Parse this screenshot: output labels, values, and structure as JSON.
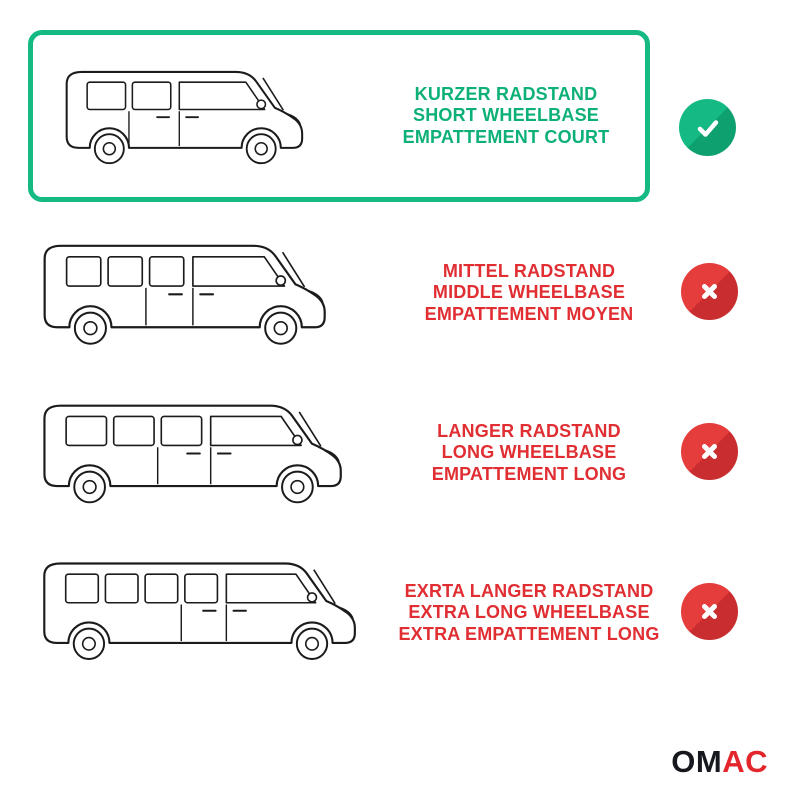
{
  "brand": {
    "name": "OMAC",
    "logo_left": "OM",
    "logo_right": "AC"
  },
  "colors": {
    "green": "#14B983",
    "green_dark": "#0FA06F",
    "green_text": "#0DB177",
    "red": "#E53C3C",
    "red_dark": "#C92D2F",
    "red_text": "#E02E33",
    "line": "#1B1B1B",
    "logo_dark": "#16181D",
    "logo_red": "#E2262C"
  },
  "options": [
    {
      "id": "short-wheelbase",
      "compatible": true,
      "badge": "check",
      "lines": [
        "KURZER RADSTAND",
        "SHORT WHEELBASE",
        "EMPATTEMENT COURT"
      ]
    },
    {
      "id": "middle-wheelbase",
      "compatible": false,
      "badge": "cross",
      "lines": [
        "MITTEL RADSTAND",
        "MIDDLE WHEELBASE",
        "EMPATTEMENT MOYEN"
      ]
    },
    {
      "id": "long-wheelbase",
      "compatible": false,
      "badge": "cross",
      "lines": [
        "LANGER RADSTAND",
        "LONG WHEELBASE",
        "EMPATTEMENT LONG"
      ]
    },
    {
      "id": "extra-long-wheelbase",
      "compatible": false,
      "badge": "cross",
      "lines": [
        "EXRTA LANGER RADSTAND",
        "EXTRA LONG WHEELBASE",
        "EXTRA EMPATTEMENT LONG"
      ]
    }
  ]
}
